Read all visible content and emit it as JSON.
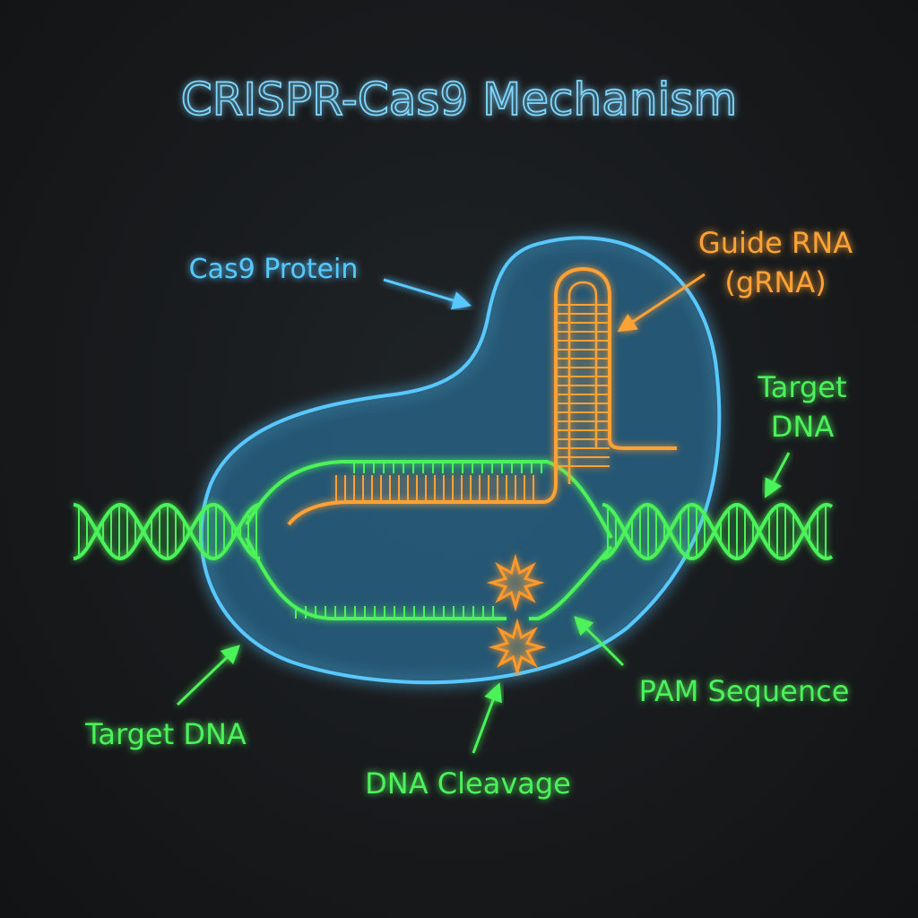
{
  "title": "CRISPR-Cas9 Mechanism",
  "labels": {
    "cas9_protein": "Cas9 Protein",
    "guide_rna_line1": "Guide RNA",
    "guide_rna_line2": "(gRNA)",
    "target_dna_right_line1": "Target",
    "target_dna_right_line2": "DNA",
    "target_dna_left": "Target DNA",
    "pam_sequence": "PAM Sequence",
    "dna_cleavage": "DNA Cleavage"
  },
  "colors": {
    "title": "#7fd8ff",
    "protein": "#58c8ff",
    "protein_fill": "#2a6f96",
    "rna": "#ffa236",
    "dna": "#4cf25a",
    "spark": "#ff9a2a",
    "background": "#17191b"
  }
}
